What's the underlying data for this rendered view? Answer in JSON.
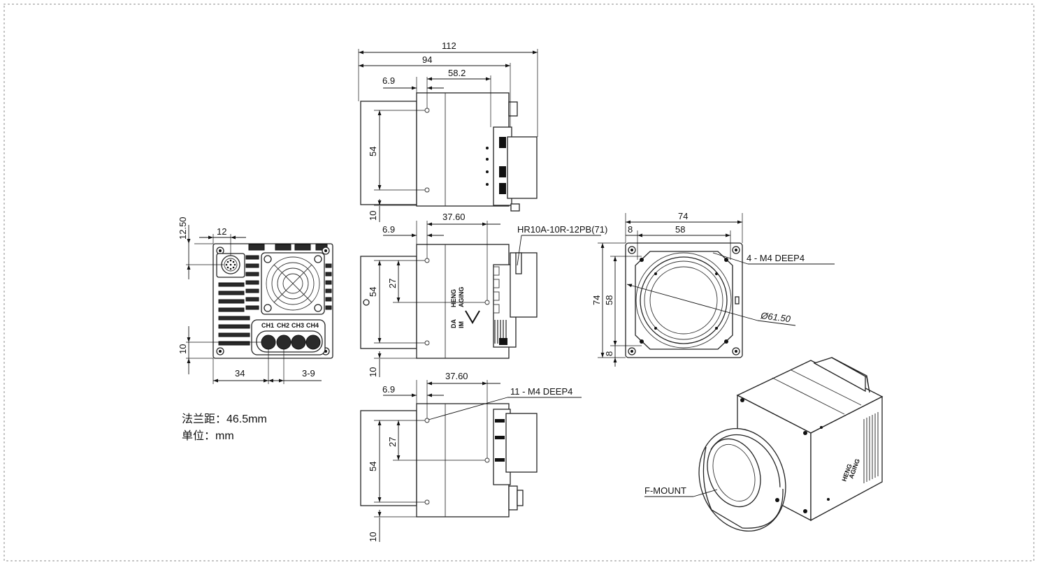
{
  "top_view": {
    "dim_length_total": "112",
    "dim_length_body": "94",
    "dim_hole_offset": "6.9",
    "dim_hole_spacing": "58.2",
    "dim_height": "54",
    "dim_bottom": "10"
  },
  "rear_view": {
    "dim_top": "12.50",
    "dim_connector": "12",
    "dim_bottom": "10",
    "dim_left": "34",
    "dim_right": "3-9",
    "channel_labels": [
      "CH1",
      "CH2",
      "CH3",
      "CH4"
    ]
  },
  "side_view": {
    "dim_offset": "6.9",
    "dim_hole_span": "37.60",
    "dim_half_height": "27",
    "dim_height": "54",
    "dim_bottom": "10",
    "connector_label": "HR10A-10R-12PB(71)",
    "logo_text": [
      "DA",
      "HENG",
      "IM",
      "AGING"
    ]
  },
  "bottom_view": {
    "dim_offset": "6.9",
    "dim_hole_span": "37.60",
    "dim_half_height": "27",
    "dim_height": "54",
    "dim_bottom": "10",
    "holes_label": "11 - M4 DEEP4"
  },
  "front_view": {
    "dim_width": "74",
    "dim_edge": "8",
    "dim_hole_spacing": "58",
    "dim_height": "74",
    "dim_vertical_spacing": "58",
    "dim_bottom_edge": "8",
    "holes_label": "4 - M4 DEEP4",
    "diameter_label": "Ø61.50"
  },
  "iso_view": {
    "mount_label": "F-MOUNT"
  },
  "notes": {
    "flange_distance": "法兰距：46.5mm",
    "unit": "单位：mm"
  }
}
